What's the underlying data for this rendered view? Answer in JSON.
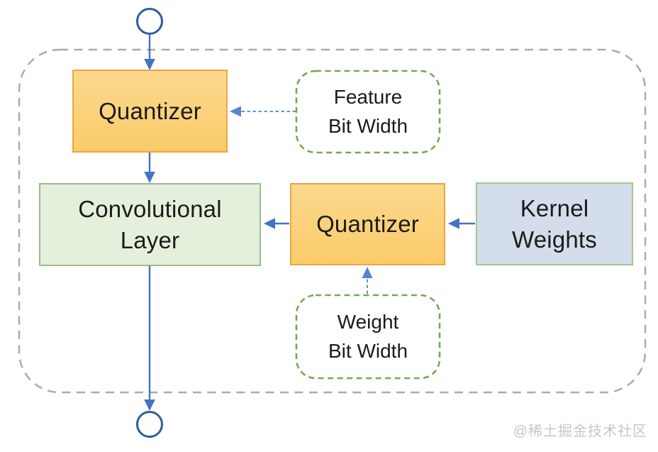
{
  "colors": {
    "orange-fill-top": "#fcd98f",
    "orange-fill-bottom": "#facb69",
    "orange-border": "#eda63f",
    "green-fill": "#e4f0dc",
    "green-border": "#9dba8a",
    "blue-fill": "#d3ddeb",
    "blue-box-border": "#a6c689",
    "dashed-green": "#70ad47",
    "arrow-blue": "#4472c4",
    "dashed-arrow-blue": "#5585d2",
    "circle-blue": "#2e5b9f",
    "boundary-gray": "#ababab",
    "text-black": "#1b1b1b",
    "watermark-gray": "#c7c7c7"
  },
  "diagram": {
    "nodes": {
      "feature_quantizer": {
        "label": "Quantizer"
      },
      "conv_layer": {
        "label": "Convolutional\nLayer"
      },
      "weight_quantizer": {
        "label": "Quantizer"
      },
      "kernel_weights": {
        "label": "Kernel\nWeights"
      },
      "feature_bit_width": {
        "label": "Feature\nBit Width"
      },
      "weight_bit_width": {
        "label": "Weight\nBit Width"
      }
    },
    "watermark": "@稀土掘金技术社区"
  }
}
